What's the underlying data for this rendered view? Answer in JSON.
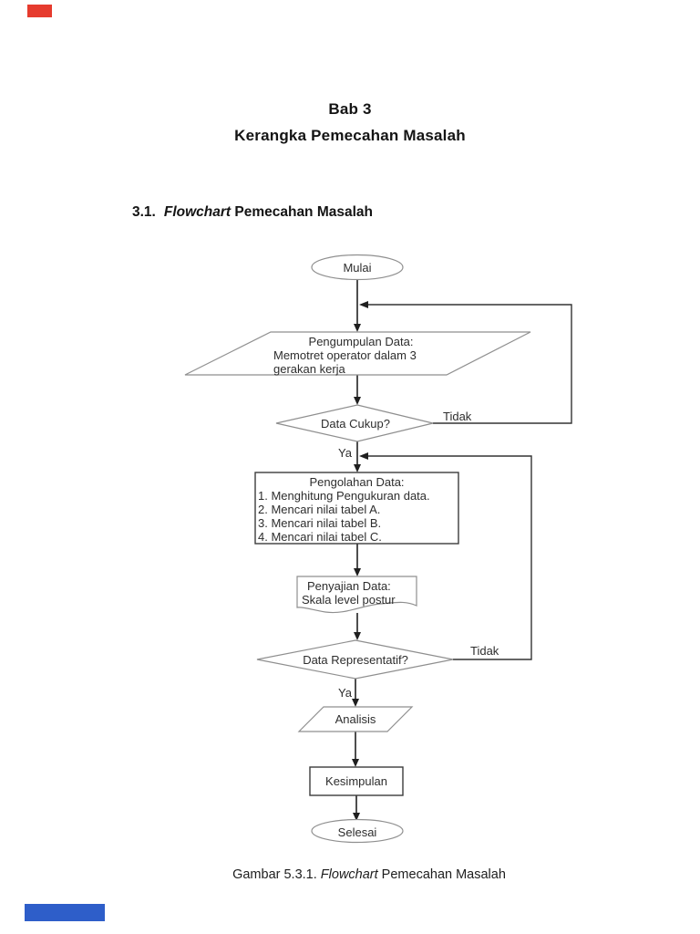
{
  "page": {
    "heading_line1": "Bab 3",
    "heading_line2": "Kerangka Pemecahan Masalah",
    "section_number": "3.1.",
    "section_title_italic": "Flowchart",
    "section_title_rest": " Pemecahan Masalah",
    "caption_prefix": "Gambar 5.3.1. ",
    "caption_italic": "Flowchart",
    "caption_suffix": " Pemecahan Masalah"
  },
  "flowchart": {
    "start_label": "Mulai",
    "collect": {
      "line1": "Pengumpulan Data:",
      "line2": "Memotret operator dalam 3",
      "line3": "gerakan kerja"
    },
    "decision1": "Data Cukup?",
    "decision1_no": "Tidak",
    "decision1_yes": "Ya",
    "process": {
      "line1": "Pengolahan Data:",
      "items": [
        "1. Menghitung Pengukuran data.",
        "2. Mencari nilai tabel A.",
        "3. Mencari nilai tabel B.",
        "4. Mencari nilai tabel C."
      ]
    },
    "document_shape": {
      "line1": "Penyajian Data:",
      "line2": "Skala level postur"
    },
    "decision2": "Data Representatif?",
    "decision2_no": "Tidak",
    "decision2_yes": "Ya",
    "analysis_label": "Analisis",
    "conclusion_label": "Kesimpulan",
    "end_label": "Selesai"
  },
  "markers": {
    "red": "#e63b2e",
    "blue": "#2e5ec9"
  }
}
